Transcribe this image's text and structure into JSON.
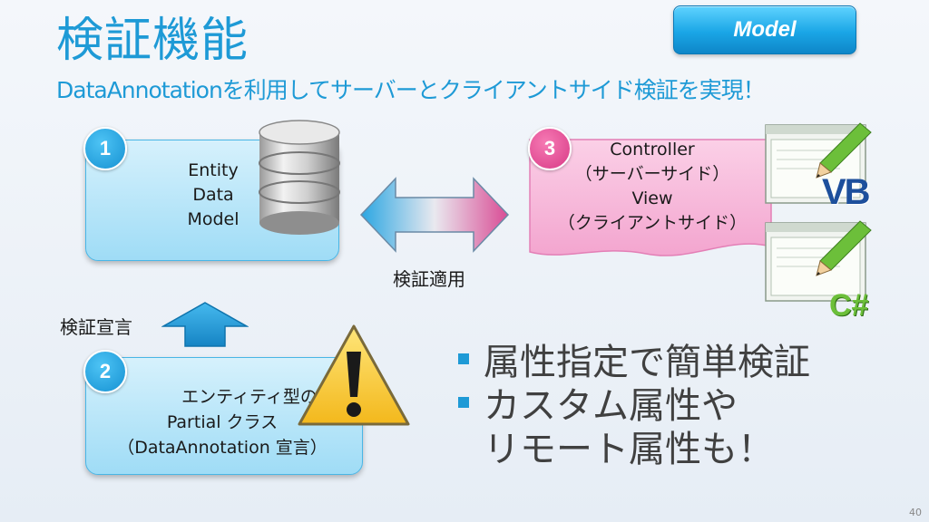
{
  "title": "検証機能",
  "subtitle": "DataAnnotationを利用してサーバーとクライアントサイド検証を実現！",
  "model_button": "Model",
  "box1": {
    "badge": "1",
    "lines": [
      "Entity",
      "Data",
      "Model"
    ]
  },
  "box2": {
    "badge": "2",
    "lines": [
      "エンティティ型の",
      "Partial クラス",
      "（DataAnnotation 宣言）"
    ]
  },
  "box3": {
    "badge": "3",
    "lines": [
      "Controller",
      "（サーバーサイド）",
      "View",
      "（クライアントサイド）"
    ]
  },
  "arrow_label": "検証適用",
  "up_arrow_label": "検証宣言",
  "bullets": [
    [
      "属性指定で簡単検証"
    ],
    [
      "カスタム属性や",
      "リモート属性も！"
    ]
  ],
  "icons": {
    "vb_text": "VB",
    "cs_text": "C#"
  },
  "page_number": "40",
  "colors": {
    "accent": "#1e9ad6",
    "pink": "#f7b6d9",
    "green": "#7cc242"
  }
}
